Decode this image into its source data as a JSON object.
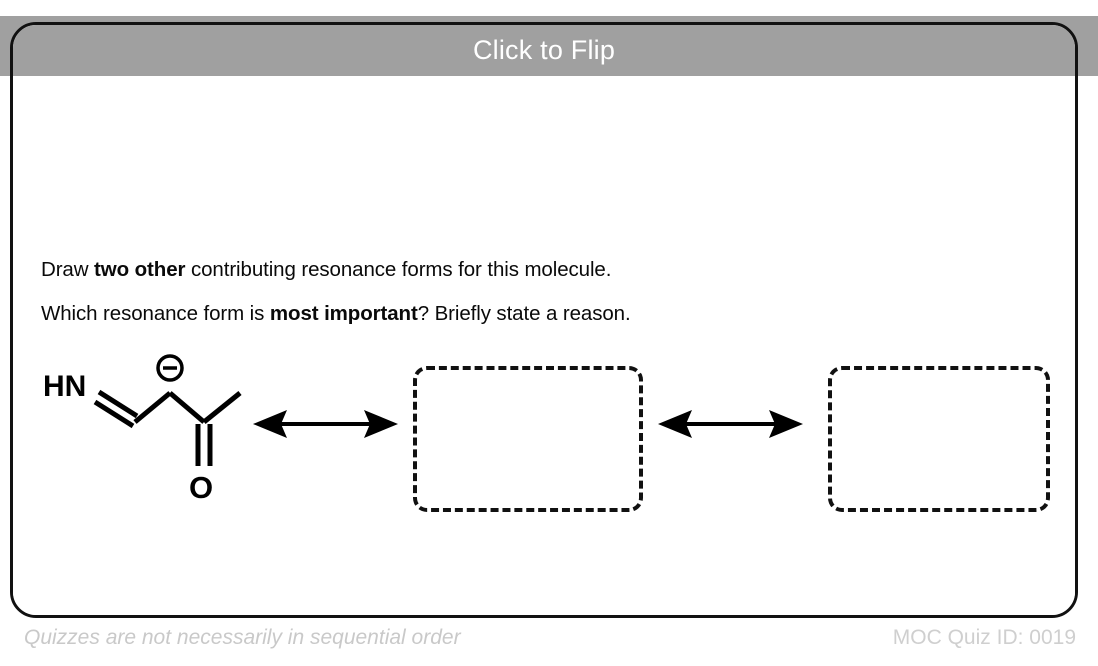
{
  "header": {
    "title": "Click to Flip",
    "background_color": "#a0a0a0",
    "text_color": "#ffffff"
  },
  "card": {
    "border_color": "#111111",
    "background_color": "#ffffff"
  },
  "question": {
    "line_1": {
      "prefix": "Draw ",
      "bold": "two other",
      "suffix": " contributing resonance forms for this molecule."
    },
    "line_2": {
      "prefix": "Which resonance form is ",
      "bold": "most important",
      "suffix": "? Briefly state a reason."
    }
  },
  "resonance": {
    "molecule": {
      "name": "enolate-imine-carbanion",
      "labels": {
        "imine": "HN",
        "carbanion_charge": "⊖",
        "carbonyl_oxygen": "O"
      },
      "description": "HN double bond CH - C(minus) - C(=O) - CH3"
    },
    "arrow_1_label": "double-headed resonance arrow",
    "arrow_2_label": "double-headed resonance arrow",
    "answer_box_1_label": "",
    "answer_box_2_label": "",
    "box_style": {
      "border": "dashed",
      "border_color": "#111111"
    }
  },
  "footer": {
    "note": "Quizzes are not necessarily in sequential order",
    "quiz_id": "MOC Quiz ID: 0019",
    "text_color": "#cbcbcb"
  }
}
